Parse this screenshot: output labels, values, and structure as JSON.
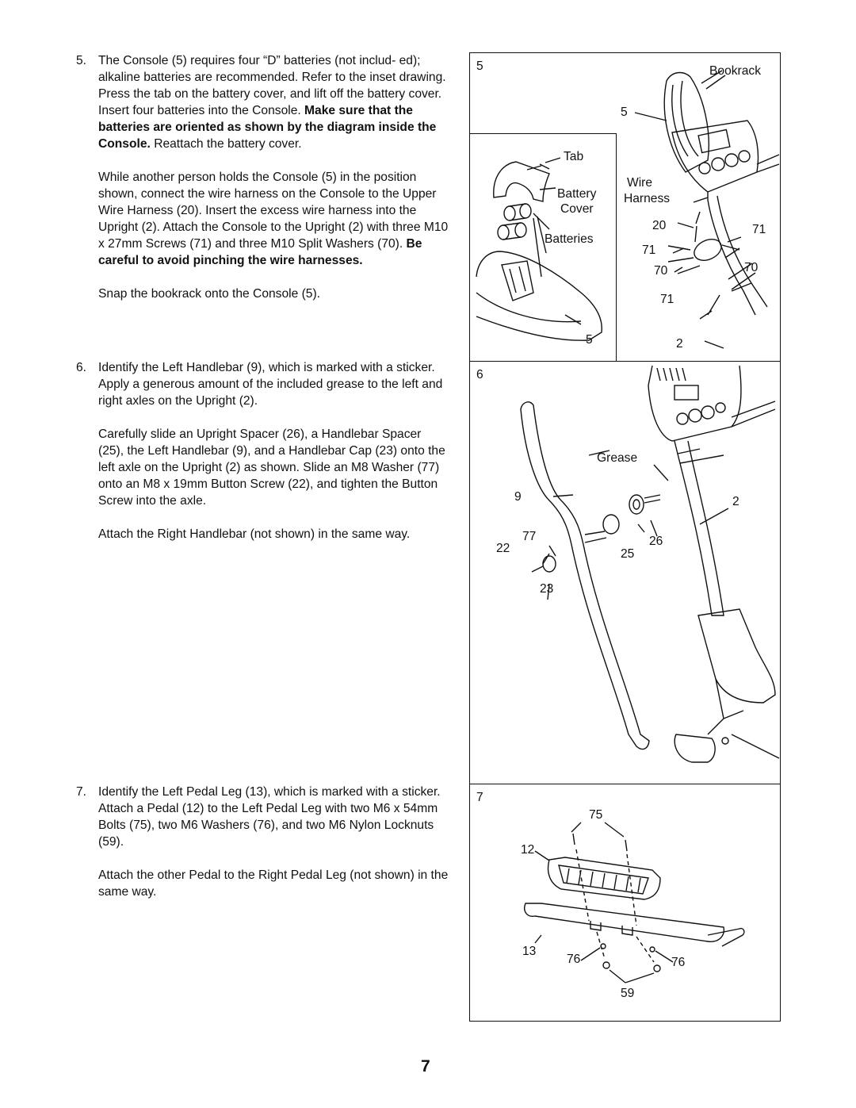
{
  "steps": {
    "s5": {
      "number": "5.",
      "p1_a": "The Console (5) requires four “D” batteries (not includ- ed); alkaline batteries are recommended. Refer to the inset drawing. Press the tab on the battery cover, and lift off the battery cover. Insert four batteries into the Console. ",
      "p1_bold": "Make sure that the batteries are oriented as shown by the diagram inside the Console.",
      "p1_c": " Reattach the battery cover.",
      "p2_a": "While another person holds the Console (5) in the position shown, connect the wire harness on the Console to the Upper Wire Harness (20). Insert the excess wire harness into the Upright (2). Attach the Console to the Upright (2) with three M10 x 27mm Screws (71) and three M10 Split Washers (70). ",
      "p2_bold": "Be careful to avoid pinching the wire harnesses.",
      "p3": "Snap the bookrack onto the Console (5)."
    },
    "s6": {
      "number": "6.",
      "p1": "Identify the Left Handlebar (9), which is marked with a sticker. Apply a generous amount of the included grease to the left and right axles on the Upright (2).",
      "p2": "Carefully slide an Upright Spacer (26), a Handlebar Spacer (25), the Left Handlebar (9), and a Handlebar Cap (23) onto the left axle on the Upright (2) as shown. Slide an M8 Washer (77) onto an M8 x 19mm Button Screw (22), and tighten the Button Screw into the axle.",
      "p3": "Attach the Right Handlebar (not shown) in the same way."
    },
    "s7": {
      "number": "7.",
      "p1": "Identify the Left Pedal Leg (13), which is marked with a sticker. Attach a Pedal (12) to the Left Pedal Leg with two M6 x 54mm Bolts (75), two M6 Washers (76), and two M6 Nylon Locknuts (59).",
      "p2": "Attach the other Pedal to the Right Pedal Leg (not shown) in the same way."
    }
  },
  "figures": {
    "fig5": {
      "number": "5",
      "bookrack": "Bookrack",
      "five_top": "5",
      "tab": "Tab",
      "battery": "Battery",
      "cover": "Cover",
      "batteries": "Batteries",
      "five_inset": "5",
      "wire": "Wire",
      "harness": "Harness",
      "n20": "20",
      "n71a": "71",
      "n71b": "71",
      "n70a": "70",
      "n70b": "70",
      "n71c": "71",
      "n2": "2"
    },
    "fig6": {
      "number": "6",
      "grease": "Grease",
      "n9": "9",
      "n2": "2",
      "n77": "77",
      "n26": "26",
      "n22": "22",
      "n25": "25",
      "n23": "23"
    },
    "fig7": {
      "number": "7",
      "n75": "75",
      "n12": "12",
      "n13": "13",
      "n76a": "76",
      "n76b": "76",
      "n59": "59"
    }
  },
  "page_number": "7"
}
